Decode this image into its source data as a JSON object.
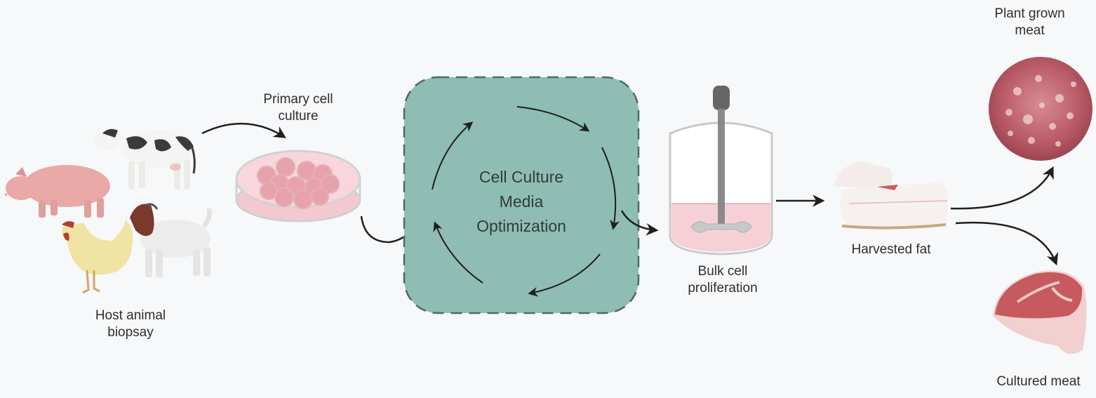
{
  "diagram": {
    "steps": [
      {
        "id": "host",
        "lines": [
          "Host animal",
          "biopsay"
        ]
      },
      {
        "id": "primary",
        "lines": [
          "Primary cell",
          "culture"
        ]
      },
      {
        "id": "media",
        "lines": [
          "Cell Culture",
          "Media",
          "Optimization"
        ]
      },
      {
        "id": "bulk",
        "lines": [
          "Bulk cell",
          "proliferation"
        ]
      },
      {
        "id": "fat",
        "lines": [
          "Harvested fat"
        ]
      },
      {
        "id": "plant",
        "lines": [
          "Plant grown",
          "meat"
        ]
      },
      {
        "id": "cultured",
        "lines": [
          "Cultured meat"
        ]
      }
    ],
    "animals": [
      "pig",
      "cow",
      "chicken",
      "goat"
    ],
    "colors": {
      "background": "#f7f8fa",
      "media_box": "#8fbcb3",
      "media_border": "#4d6b63",
      "pink_medium": "#f5cfd6",
      "arrow": "#1f1f1f"
    }
  }
}
